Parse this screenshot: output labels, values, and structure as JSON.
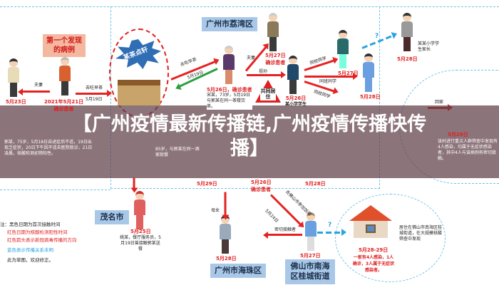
{
  "title": "【广州疫情最新传播链,广州疫情传播快传播】",
  "regions": {
    "liwan": "广州市荔湾区",
    "maoming": "茂名市",
    "haizhu": "广州市海珠区",
    "foshan": "佛山市南海区桂城街道"
  },
  "first_case": "第一个发现的病例",
  "restaurant": "某茶点轩",
  "cohabit": "共同居住",
  "relations": {
    "couple": "夫妻",
    "couple2": "夫妻",
    "eat_tea": "去吃早茶",
    "eat_tea2": "去吃早茶",
    "grandson": "祖孙",
    "classmate1": "同校同学",
    "classmate2": "同班同学",
    "classmate3": "同校同学",
    "go_home": "回家",
    "mother_daughter": "母女",
    "close_contact": "密切接触者",
    "foshan_dinner": "去佛山市参加饭局"
  },
  "dates": {
    "d0519a": "5月19日",
    "d0519b": "5月19日",
    "d0523": "5月23日",
    "d0521": "2021年5月21日",
    "d0521_note": "确诊患者",
    "d0526a": "5月26日，确诊患者",
    "d0527a": "5月27日",
    "d0527a_note": "确诊患者",
    "d0526b": "5月26日",
    "d0526b_note": "某小学学生",
    "d0527b": "5月27日",
    "d0528a": "5月28日",
    "d0528b": "5月28日",
    "d0528c": "5月28日",
    "d0527c": "5月27日",
    "d0529a": "5月29日",
    "d0526c": "5月26日",
    "d0526c_note": "确诊患者",
    "d0525": "5月25日",
    "d0528d": "5月28日",
    "d0529b": "5月29日",
    "d0527d": "5月27日",
    "d0524": "5月24日",
    "d0528_29": "5月28-29日",
    "d0529c": "5月29日"
  },
  "notes": {
    "guo": "郭某，75岁，5月18日自述症后不适，19日出现乏症状，20日下午因不适去医院就诊，21日凌晨，核酸检测初筛阳性。",
    "song": "宋某，73岁，5月19日与郭某在同一茶楼饮茶。",
    "age85": "85岁，与郭某在同一酒家就餐",
    "parent": "某某小学学生家长",
    "maoming": "姚某，餐厅服务员，5月19日曾接触郭某送餐",
    "family": "一家有4人感染，1人确诊，3人属于无症状感染者。",
    "family_green": "3人属于无症状感染者。",
    "foshan_note": "居住在佛山市南海区桂城街道，在大规模核酸筛查中发现",
    "village": "该村进行重点人群筛查中发现有4人感染，均属于无症状感染者，其中4人与该病例有密切接触。"
  },
  "legend": {
    "l1": "注：黑色日期为首次接触时间",
    "l2": "红色日期为核酸检测阳性时间",
    "l3": "红色箭头表示新冠病毒传播的方向",
    "l4": "蓝色表示传播关系未明",
    "l5": "此为草图，欢迎修正。"
  },
  "question": "?",
  "colors": {
    "red": "#e02020",
    "blue": "#29a3e0",
    "green": "#2aa040",
    "region": "#a9c8e8"
  }
}
